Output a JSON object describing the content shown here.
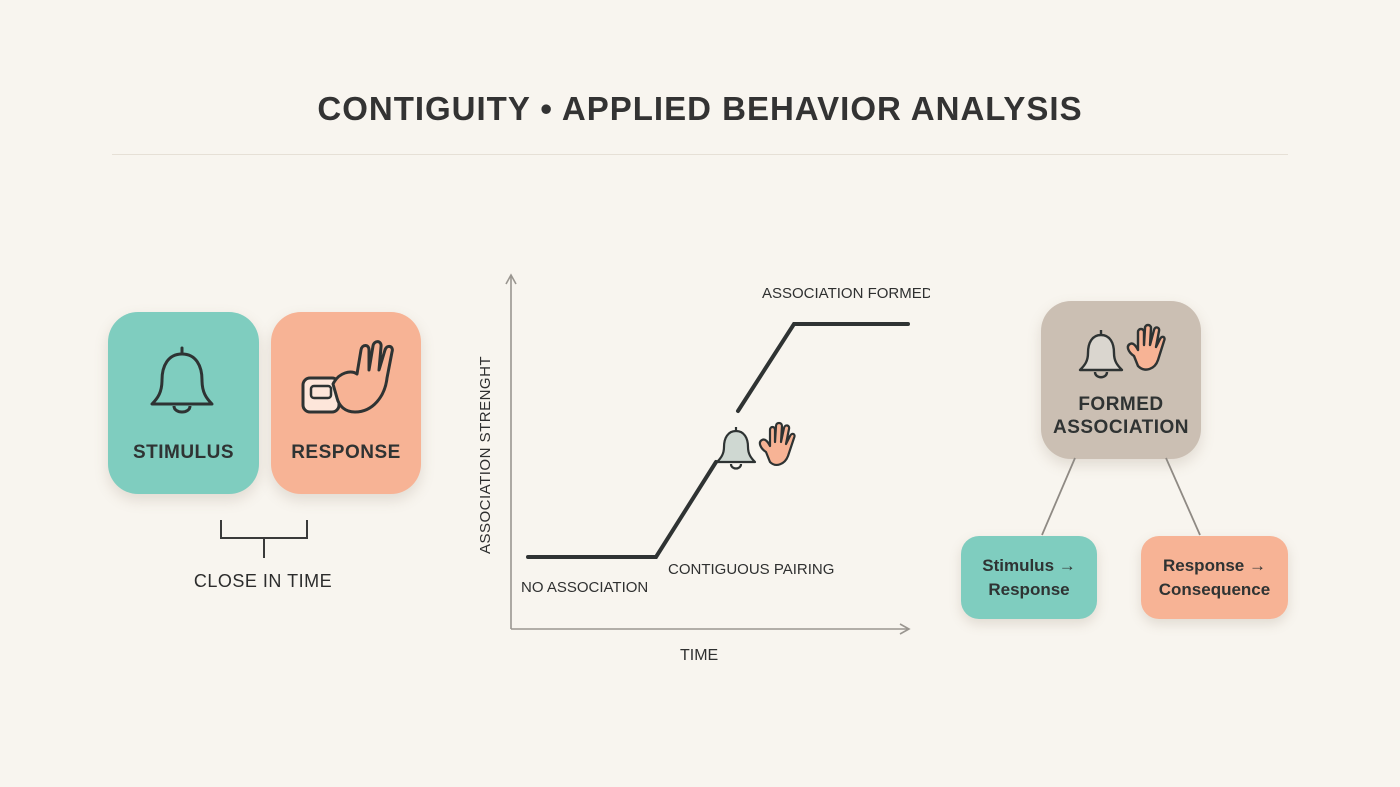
{
  "title": "CONTIGUITY • APPLIED BEHAVIOR ANALYSIS",
  "left": {
    "stimulus_label": "STIMULUS",
    "response_label": "RESPONSE",
    "bracket_label": "CLOSE IN TIME"
  },
  "graph": {
    "y_axis_label": "ASSOCIATION STRENGHT",
    "x_axis_label": "TIME",
    "label_no_association": "NO ASSOCIATION",
    "label_contiguous_pairing": "CONTIGUOUS PAIRING",
    "label_association_formed": "ASSOCIATION FORMED"
  },
  "right": {
    "formed_line1": "FORMED",
    "formed_line2": "ASSOCIATION",
    "pill_left_line1": "Stimulus →",
    "pill_left_line2": "Response",
    "pill_right_line1": "Response →",
    "pill_right_line2": "Consequence"
  },
  "colors": {
    "teal": "#7fcdbf",
    "peach": "#f7b395",
    "taupe": "#cbbfb3",
    "background": "#f8f5ef"
  },
  "icons": [
    "bell-icon",
    "hand-pressing-button-icon",
    "hand-icon"
  ]
}
